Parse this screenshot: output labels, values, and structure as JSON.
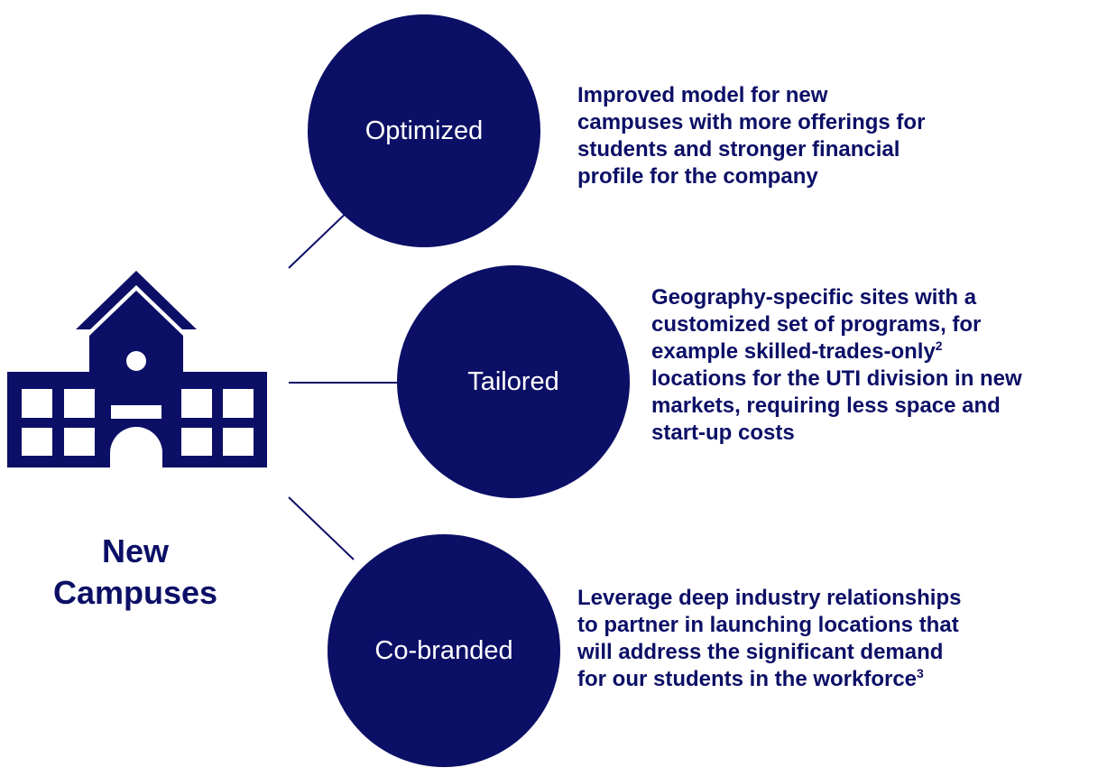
{
  "colors": {
    "primary": "#0c0f66",
    "circle_text": "#ffffff",
    "background": "#ffffff"
  },
  "icons": {
    "center": "school-building-icon"
  },
  "center": {
    "title_line1": "New",
    "title_line2": "Campuses"
  },
  "branches": [
    {
      "label": "Optimized",
      "description": "Improved model for new\ncampuses with more offerings for\nstudents and stronger financial\nprofile for the company"
    },
    {
      "label": "Tailored",
      "description_main": "Geography-specific sites with a\ncustomized set of programs, for\nexample skilled-trades-only",
      "description_sup": "2",
      "description_rest": "\nlocations for the UTI division in new\nmarkets, requiring less space and\nstart-up costs"
    },
    {
      "label": "Co-branded",
      "description_main": "Leverage deep industry relationships\nto partner in launching locations that\nwill address the significant demand\nfor our students in the workforce",
      "description_sup": "3"
    }
  ]
}
